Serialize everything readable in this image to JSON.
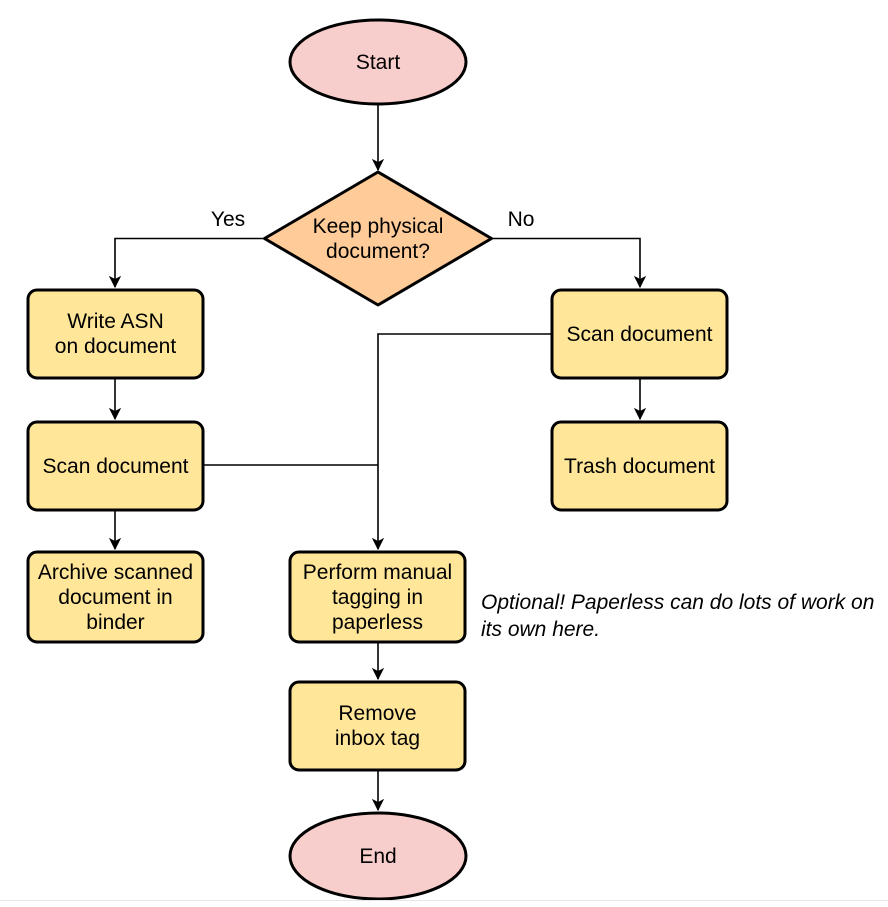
{
  "diagram": {
    "colors": {
      "terminal_fill": "#F8CECC",
      "decision_fill": "#FFCC99",
      "process_fill": "#FFE699",
      "stroke": "#000000"
    },
    "nodes": {
      "start": {
        "lines": [
          "Start"
        ]
      },
      "decision": {
        "lines": [
          "Keep physical",
          "document?"
        ]
      },
      "write_asn": {
        "lines": [
          "Write ASN",
          "on document"
        ]
      },
      "scan_left": {
        "lines": [
          "Scan document"
        ]
      },
      "archive": {
        "lines": [
          "Archive scanned",
          "document in",
          "binder"
        ]
      },
      "scan_right": {
        "lines": [
          "Scan document"
        ]
      },
      "trash": {
        "lines": [
          "Trash document"
        ]
      },
      "tagging": {
        "lines": [
          "Perform manual",
          "tagging in",
          "paperless"
        ]
      },
      "remove_inbox": {
        "lines": [
          "Remove",
          "inbox tag"
        ]
      },
      "end": {
        "lines": [
          "End"
        ]
      }
    },
    "edge_labels": {
      "yes": "Yes",
      "no": "No"
    },
    "note": {
      "lines": [
        "Optional! Paperless can do lots of work on",
        "its own here."
      ]
    }
  }
}
